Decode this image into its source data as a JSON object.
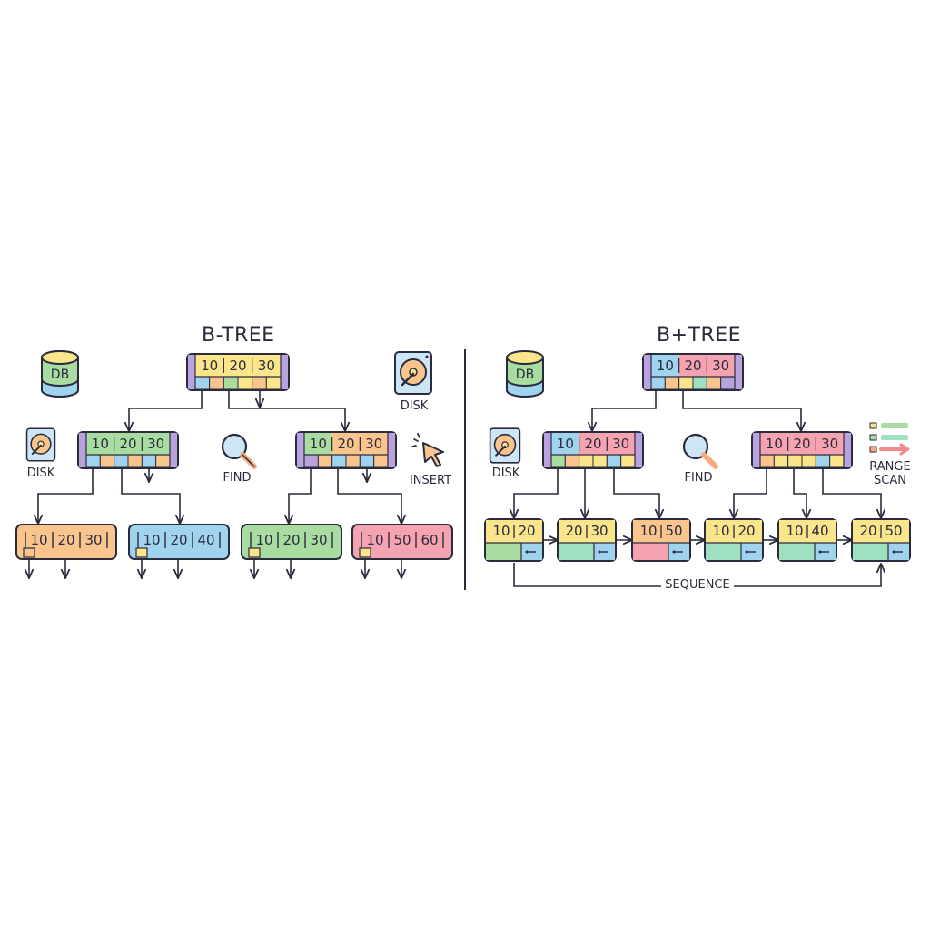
{
  "left": {
    "title": "B-TREE",
    "db_label": "DB",
    "disk_label_right": "DISK",
    "disk_label_left": "DISK",
    "find_label": "FIND",
    "insert_label": "INSERT",
    "root": [
      "10",
      "20",
      "30"
    ],
    "internal": [
      [
        "10",
        "20",
        "30"
      ],
      [
        "10",
        "20",
        "30"
      ]
    ],
    "leaves": [
      [
        "10",
        "20",
        "30"
      ],
      [
        "10",
        "20",
        "40"
      ],
      [
        "10",
        "20",
        "30"
      ],
      [
        "10",
        "50",
        "60"
      ]
    ]
  },
  "right": {
    "title": "B+TREE",
    "db_label": "DB",
    "disk_label": "DISK",
    "find_label": "FIND",
    "range_scan_label": [
      "RANGE",
      "SCAN"
    ],
    "root": [
      "10",
      "20",
      "30"
    ],
    "internal": [
      [
        "10",
        "20",
        "30"
      ],
      [
        "10",
        "20",
        "30"
      ]
    ],
    "leaves": [
      [
        "10",
        "20"
      ],
      [
        "20",
        "30"
      ],
      [
        "10",
        "50"
      ],
      [
        "10",
        "20"
      ],
      [
        "10",
        "40"
      ],
      [
        "20",
        "50"
      ]
    ],
    "sequence_label": "SEQUENCE"
  },
  "colors": {
    "ink": "#2a2b3d",
    "yellow": "#fbe58a",
    "green": "#a9dca0",
    "orange": "#f9c58d",
    "blue": "#9fd3ee",
    "pink": "#f5a3b0",
    "purple": "#b9a3de",
    "mint": "#9fe0c0"
  }
}
